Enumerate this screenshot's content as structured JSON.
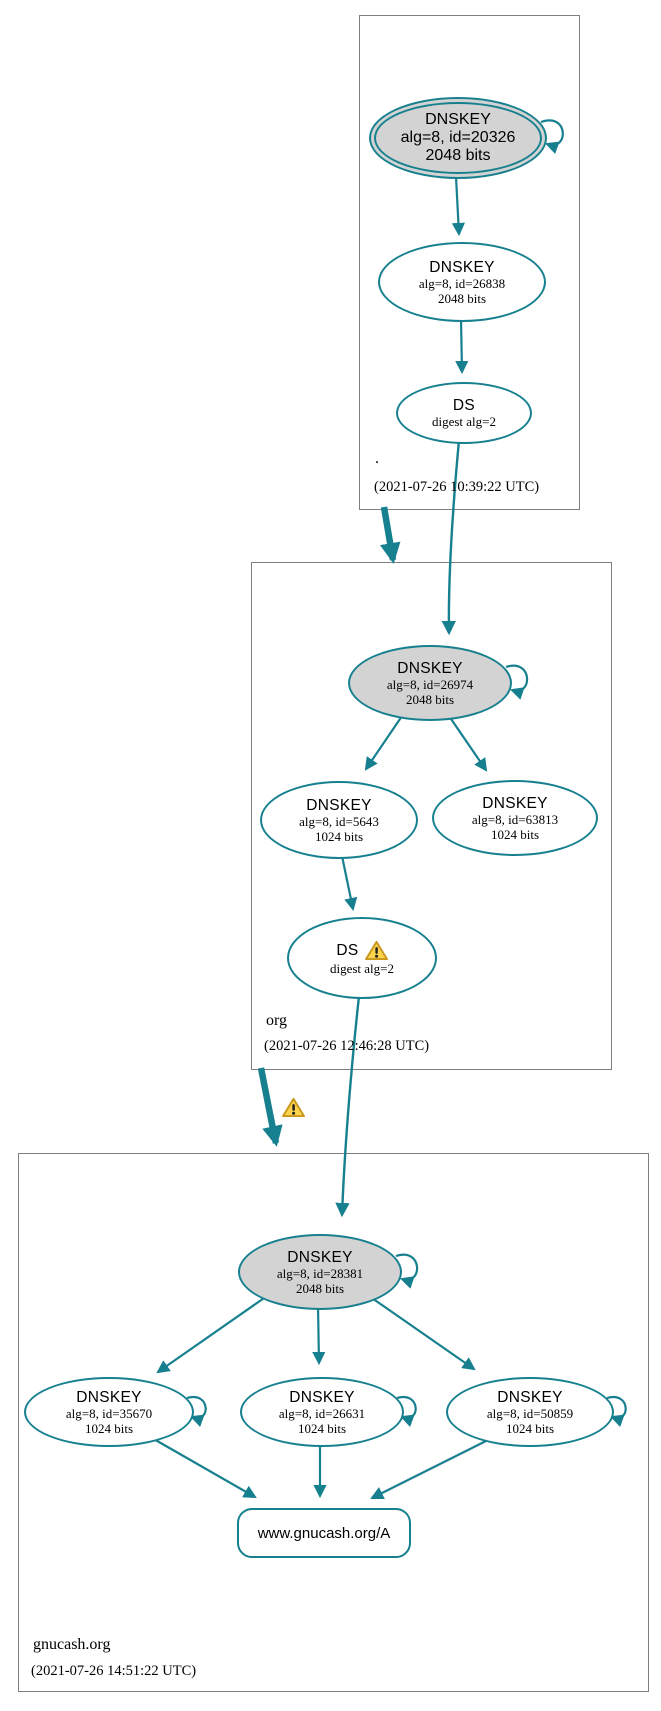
{
  "diagram_type": "DNSSEC authentication chain graph",
  "colors": {
    "edge_teal": "#17808f",
    "ksk_fill": "#d3d3d3",
    "node_fill": "#ffffff",
    "box_border": "#7f7f7f",
    "warning_fill": "#fbd34d",
    "warning_border": "#c9971c"
  },
  "zones": [
    {
      "name": ".",
      "timestamp": "(2021-07-26 10:39:22 UTC)"
    },
    {
      "name": "org",
      "timestamp": "(2021-07-26 12:46:28 UTC)"
    },
    {
      "name": "gnucash.org",
      "timestamp": "(2021-07-26 14:51:22 UTC)"
    }
  ],
  "nodes": {
    "root_ksk": {
      "title": "DNSKEY",
      "alg": "alg=8, id=20326",
      "bits": "2048 bits"
    },
    "root_zsk": {
      "title": "DNSKEY",
      "alg": "alg=8, id=26838",
      "bits": "2048 bits"
    },
    "root_ds": {
      "title": "DS",
      "digest": "digest alg=2"
    },
    "org_ksk": {
      "title": "DNSKEY",
      "alg": "alg=8, id=26974",
      "bits": "2048 bits"
    },
    "org_zsk1": {
      "title": "DNSKEY",
      "alg": "alg=8, id=5643",
      "bits": "1024 bits"
    },
    "org_zsk2": {
      "title": "DNSKEY",
      "alg": "alg=8, id=63813",
      "bits": "1024 bits"
    },
    "org_ds": {
      "title": "DS",
      "digest": "digest alg=2",
      "icon": "warning-triangle-icon"
    },
    "gnucash_ksk": {
      "title": "DNSKEY",
      "alg": "alg=8, id=28381",
      "bits": "2048 bits"
    },
    "gnucash_zsk1": {
      "title": "DNSKEY",
      "alg": "alg=8, id=35670",
      "bits": "1024 bits"
    },
    "gnucash_zsk2": {
      "title": "DNSKEY",
      "alg": "alg=8, id=26631",
      "bits": "1024 bits"
    },
    "gnucash_zsk3": {
      "title": "DNSKEY",
      "alg": "alg=8, id=50859",
      "bits": "1024 bits"
    },
    "gnucash_rrset": {
      "title": "www.gnucash.org/A"
    }
  },
  "warnings": [
    {
      "location": "org DS node",
      "icon": "warning-triangle-icon"
    },
    {
      "location": "delegation org to gnucash.org",
      "icon": "warning-triangle-icon"
    }
  ]
}
